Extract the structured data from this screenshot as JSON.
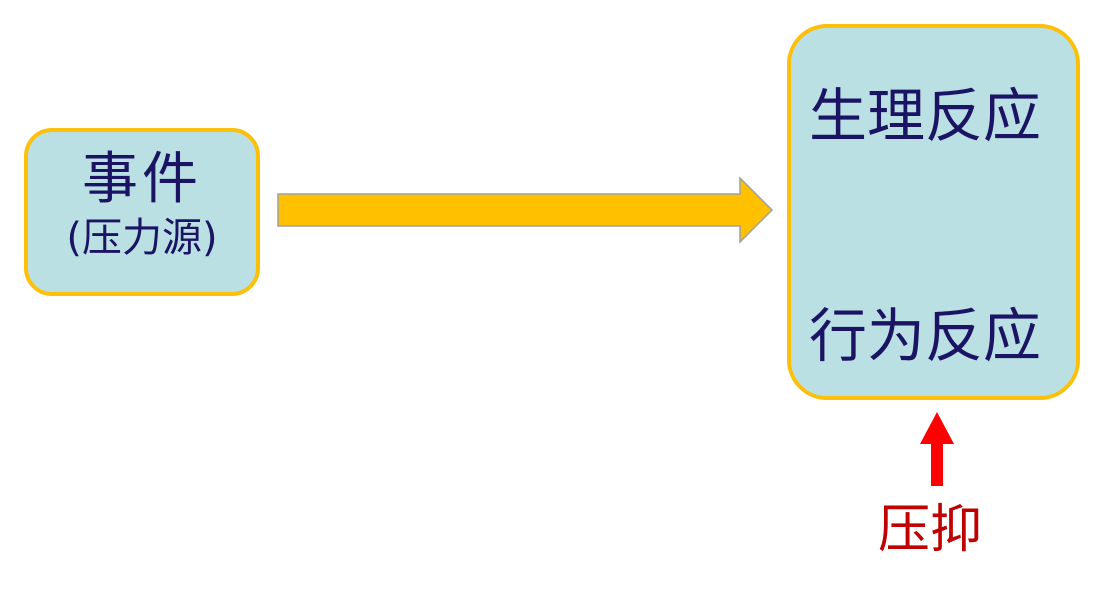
{
  "event_box": {
    "title": "事件",
    "subtitle": "(压力源)"
  },
  "response_box": {
    "physiological": "生理反应",
    "behavioral": "行为反应"
  },
  "suppression_label": "压抑",
  "colors": {
    "box_fill": "#bbe0e3",
    "box_border": "#fcbf0a",
    "text": "#1b1464",
    "arrow": "#ffc000",
    "suppress": "#c00000",
    "red_arrow": "#ff0000"
  }
}
